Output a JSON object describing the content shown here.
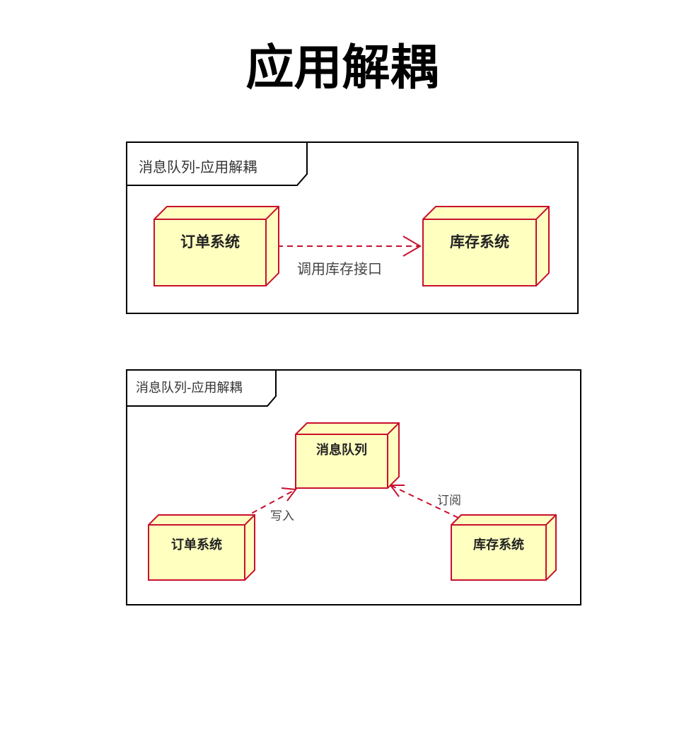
{
  "page": {
    "title": "应用解耦"
  },
  "diagram_1": {
    "frame_label": "消息队列-应用解耦",
    "nodes": {
      "order": "订单系统",
      "inventory": "库存系统"
    },
    "edge_label": "调用库存接口"
  },
  "diagram_2": {
    "frame_label": "消息队列-应用解耦",
    "nodes": {
      "queue": "消息队列",
      "order": "订单系统",
      "inventory": "库存系统"
    },
    "edge_labels": {
      "write": "写入",
      "subscribe": "订阅"
    }
  },
  "colors": {
    "node_fill": "#ffffc0",
    "node_stroke": "#c8102e",
    "frame": "#000000"
  }
}
